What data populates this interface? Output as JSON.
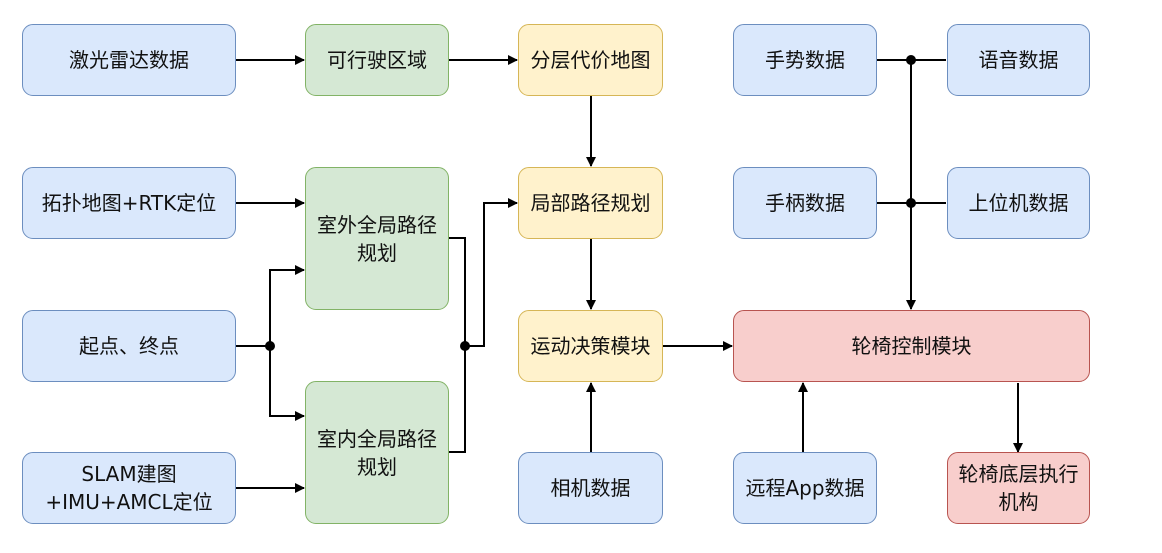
{
  "nodes": {
    "lidar": "激光雷达数据",
    "drivable": "可行驶区域",
    "costmap": "分层代价地图",
    "gesture": "手势数据",
    "voice": "语音数据",
    "topo": "拓扑地图+RTK定位",
    "outdoor": "室外全局路径\n规划",
    "local": "局部路径规划",
    "handle": "手柄数据",
    "host": "上位机数据",
    "start_end": "起点、终点",
    "decision": "运动决策模块",
    "control": "轮椅控制模块",
    "slam": "SLAM建图\n+IMU+AMCL定位",
    "indoor": "室内全局路径\n规划",
    "camera": "相机数据",
    "remote": "远程App数据",
    "actuator": "轮椅底层执行\n机构"
  },
  "colors": {
    "input_fill": "#dae8fc",
    "input_border": "#6c8ebf",
    "planning_fill": "#d5e8d4",
    "planning_border": "#82b366",
    "module_fill": "#fff2cc",
    "module_border": "#d6b656",
    "control_fill": "#f8cecc",
    "control_border": "#b85450"
  }
}
